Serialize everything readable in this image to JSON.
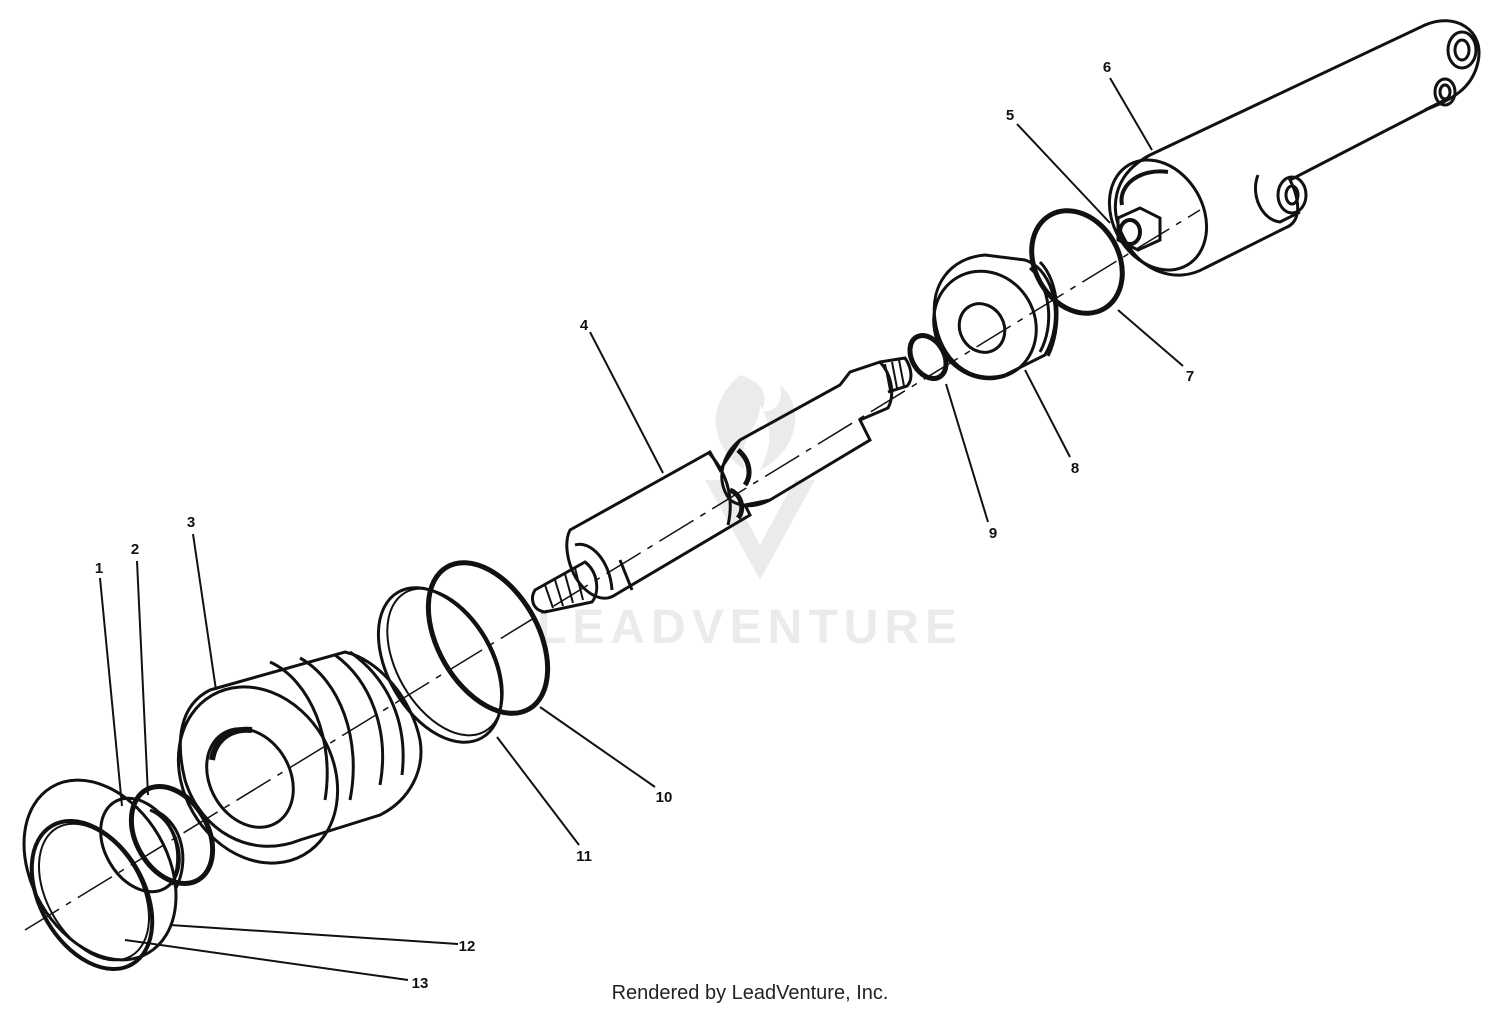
{
  "watermark": "LEADVENTURE",
  "footer": "Rendered by LeadVenture, Inc.",
  "callouts": [
    "1",
    "2",
    "3",
    "4",
    "5",
    "6",
    "7",
    "8",
    "9",
    "10",
    "11",
    "12",
    "13"
  ]
}
